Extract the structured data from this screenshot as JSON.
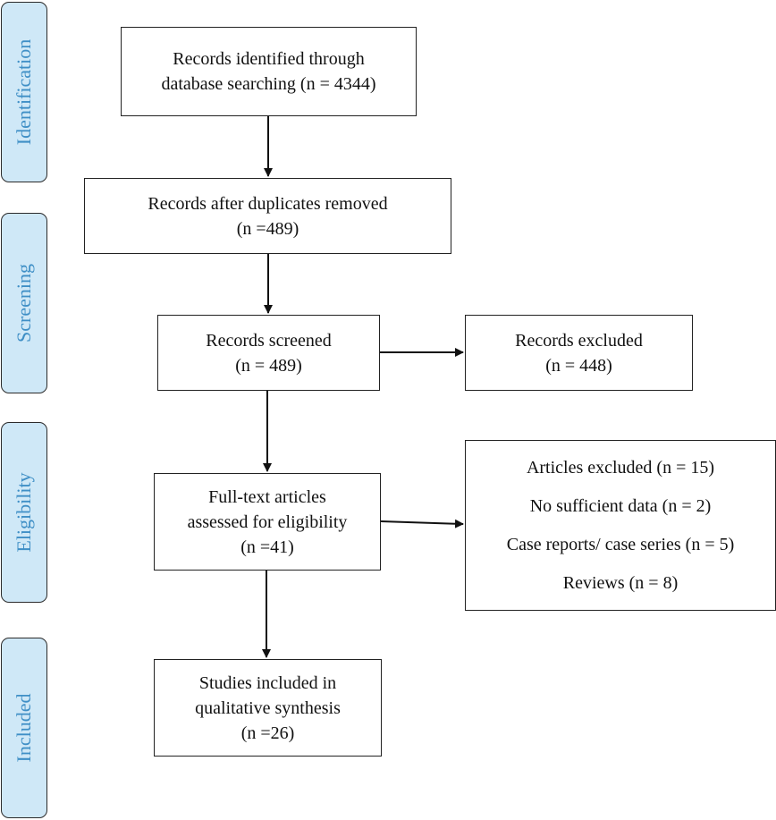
{
  "phases": {
    "identification": "Identification",
    "screening": "Screening",
    "eligibility": "Eligibility",
    "included": "Included"
  },
  "boxes": {
    "identified": [
      "Records identified through",
      "database searching (n = 4344)"
    ],
    "duplicates_removed": [
      "Records after duplicates removed",
      "(n =489)"
    ],
    "screened": [
      "Records screened",
      "(n = 489)"
    ],
    "excluded": [
      "Records excluded",
      "(n = 448)"
    ],
    "fulltext": [
      "Full-text articles",
      "assessed for eligibility",
      "(n =41)"
    ],
    "articles_excluded": [
      "Articles excluded (n = 15)",
      "No sufficient data (n = 2)",
      "Case reports/ case series (n = 5)",
      "Reviews (n = 8)"
    ],
    "included": [
      "Studies included in",
      "qualitative synthesis",
      "(n =26)"
    ]
  },
  "colors": {
    "phase_fill": "#cfe8f7",
    "phase_text": "#3f8fc6",
    "border": "#222222"
  }
}
